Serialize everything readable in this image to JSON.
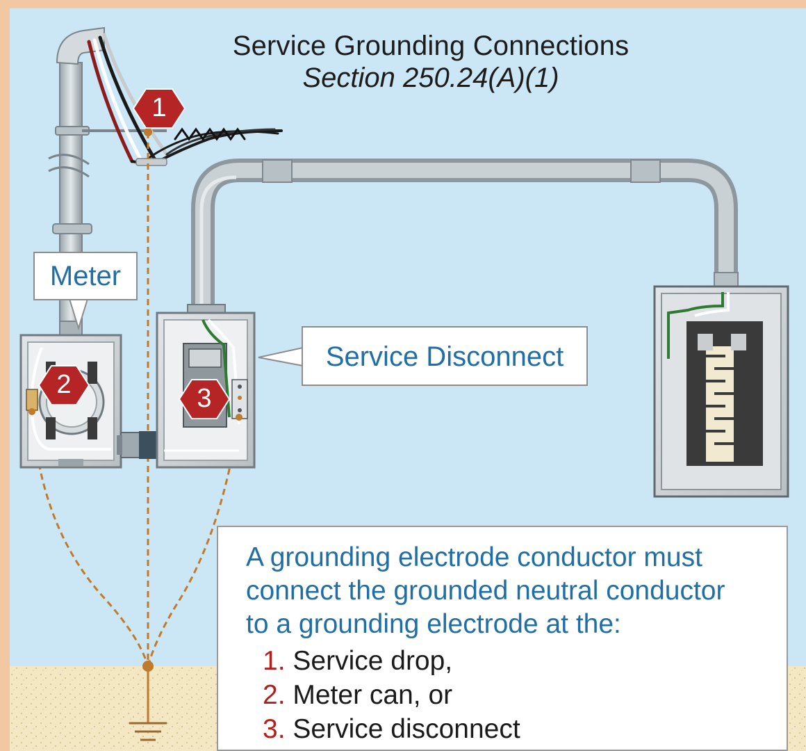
{
  "title": {
    "line1": "Service Grounding Connections",
    "line2": "Section 250.24(A)(1)"
  },
  "callouts": {
    "meter": "Meter",
    "service_disconnect": "Service Disconnect"
  },
  "markers": [
    "1",
    "2",
    "3"
  ],
  "info": {
    "lines": [
      "A grounding electrode conductor must",
      "connect the grounded neutral conductor",
      "to a grounding electrode at the:"
    ],
    "items": [
      {
        "num": "1.",
        "text": "Service drop,"
      },
      {
        "num": "2.",
        "text": "Meter can, or"
      },
      {
        "num": "3.",
        "text": "Service disconnect"
      }
    ]
  },
  "colors": {
    "sky": "#cbe6f4",
    "border": "#f2c8a2",
    "marker_red": "#b52525",
    "callout_text": "#1f6fa6",
    "ground_conductor": "#c07a2c"
  }
}
